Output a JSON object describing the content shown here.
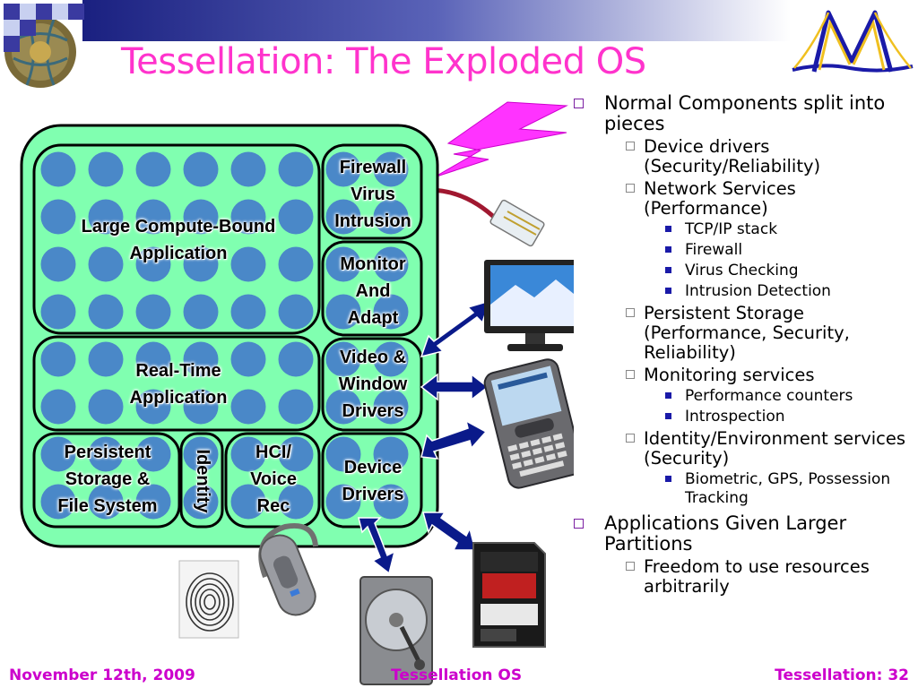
{
  "slide": {
    "title": "Tessellation: The Exploded OS"
  },
  "diagram": {
    "large_app": [
      "Large Compute-Bound",
      "Application"
    ],
    "realtime_app": [
      "Real-Time",
      "Application"
    ],
    "storage": [
      "Persistent",
      "Storage &",
      "File System"
    ],
    "identity": "Identity",
    "hci": [
      "HCI/",
      "Voice",
      "Rec"
    ],
    "firewall": [
      "Firewall",
      "Virus",
      "Intrusion"
    ],
    "monitor": [
      "Monitor",
      "And",
      "Adapt"
    ],
    "video": [
      "Video &",
      "Window",
      "Drivers"
    ],
    "device": [
      "Device",
      "Drivers"
    ]
  },
  "bullets": {
    "normal": {
      "label": "Normal Components split into pieces",
      "device_drivers": "Device drivers (Security/Reliability)",
      "network": {
        "label": "Network Services (Performance)",
        "items": [
          "TCP/IP stack",
          "Firewall",
          "Virus Checking",
          "Intrusion Detection"
        ]
      },
      "storage": "Persistent Storage (Performance, Security, Reliability)",
      "monitoring": {
        "label": "Monitoring services",
        "items": [
          "Performance counters",
          "Introspection"
        ]
      },
      "identity": {
        "label": "Identity/Environment services (Security)",
        "items": [
          "Biometric, GPS, Possession Tracking"
        ]
      }
    },
    "apps": {
      "label": "Applications Given Larger Partitions",
      "freedom": "Freedom to use resources arbitrarily"
    }
  },
  "footer": {
    "date": "November 12th, 2009",
    "center": "Tessellation OS",
    "page": "Tessellation: 32"
  },
  "colors": {
    "title": "#ff33cc",
    "footer": "#cc00cc",
    "partition_fill": "#80ffb0",
    "core_fill": "#4a88c8"
  },
  "images": {
    "top_left_logo": "mosaic-tile-logo",
    "top_right_logo": "bridge-m-logo",
    "devices": [
      "lightning-icon",
      "ethernet-cable",
      "lcd-monitor",
      "smartphone",
      "bluetooth-headset",
      "fingerprint",
      "hard-drive",
      "sd-card"
    ]
  }
}
